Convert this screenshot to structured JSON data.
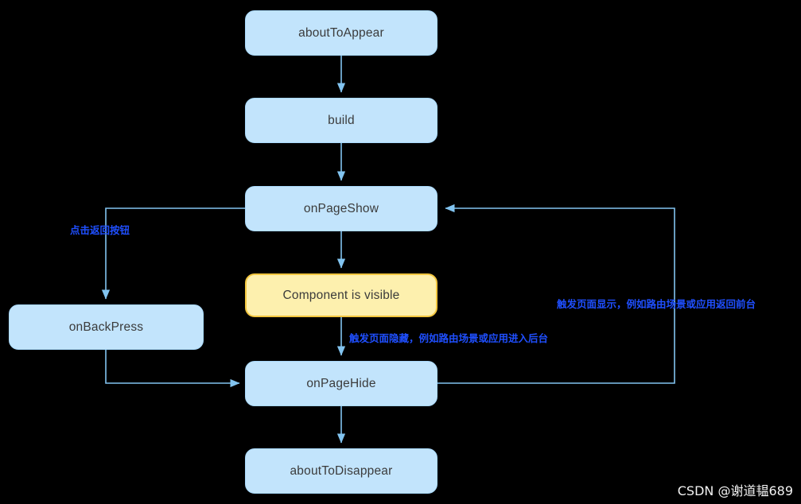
{
  "diagram": {
    "title": "Page lifecycle flow",
    "background_color": "#000000",
    "node_fill_blue": "#c2e4fc",
    "node_border_blue": "#a9d9fb",
    "node_fill_yellow": "#fdf0ae",
    "node_border_yellow": "#f3c63f",
    "edge_color": "#82c4f0",
    "label_color": "#1f4fff",
    "nodes": [
      {
        "id": "aboutToAppear",
        "label": "aboutToAppear"
      },
      {
        "id": "build",
        "label": "build"
      },
      {
        "id": "onPageShow",
        "label": "onPageShow"
      },
      {
        "id": "componentVisible",
        "label": "Component is visible"
      },
      {
        "id": "onBackPress",
        "label": "onBackPress"
      },
      {
        "id": "onPageHide",
        "label": "onPageHide"
      },
      {
        "id": "aboutToDisappear",
        "label": "aboutToDisappear"
      }
    ],
    "edge_labels": [
      {
        "id": "back-press",
        "text": "点击返回按钮"
      },
      {
        "id": "page-hide",
        "text": "触发页面隐藏，例如路由场景或应用进入后台"
      },
      {
        "id": "page-show",
        "text": "触发页面显示，例如路由场景或应用返回前台"
      }
    ]
  },
  "watermark": {
    "text": "CSDN @谢道韫689"
  }
}
